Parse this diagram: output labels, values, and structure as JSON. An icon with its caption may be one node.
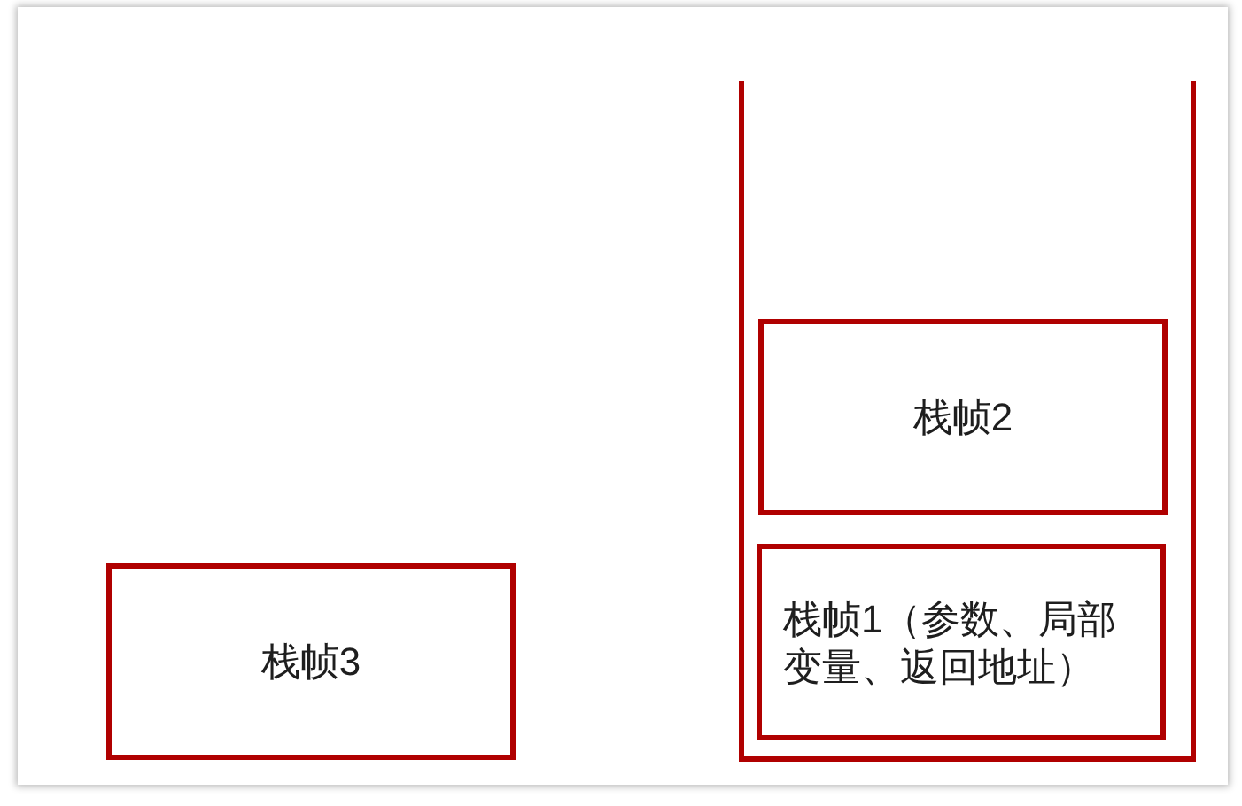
{
  "diagram": {
    "nodes": [
      {
        "text": [],
        "shape": "box"
      },
      {
        "text": [
          "栈帧2"
        ],
        "in": 0
      },
      {
        "text": [
          "栈帧1（参数、局部变量、返回地址）"
        ],
        "in": 0
      },
      {
        "text": [
          "栈帧3"
        ]
      }
    ]
  }
}
